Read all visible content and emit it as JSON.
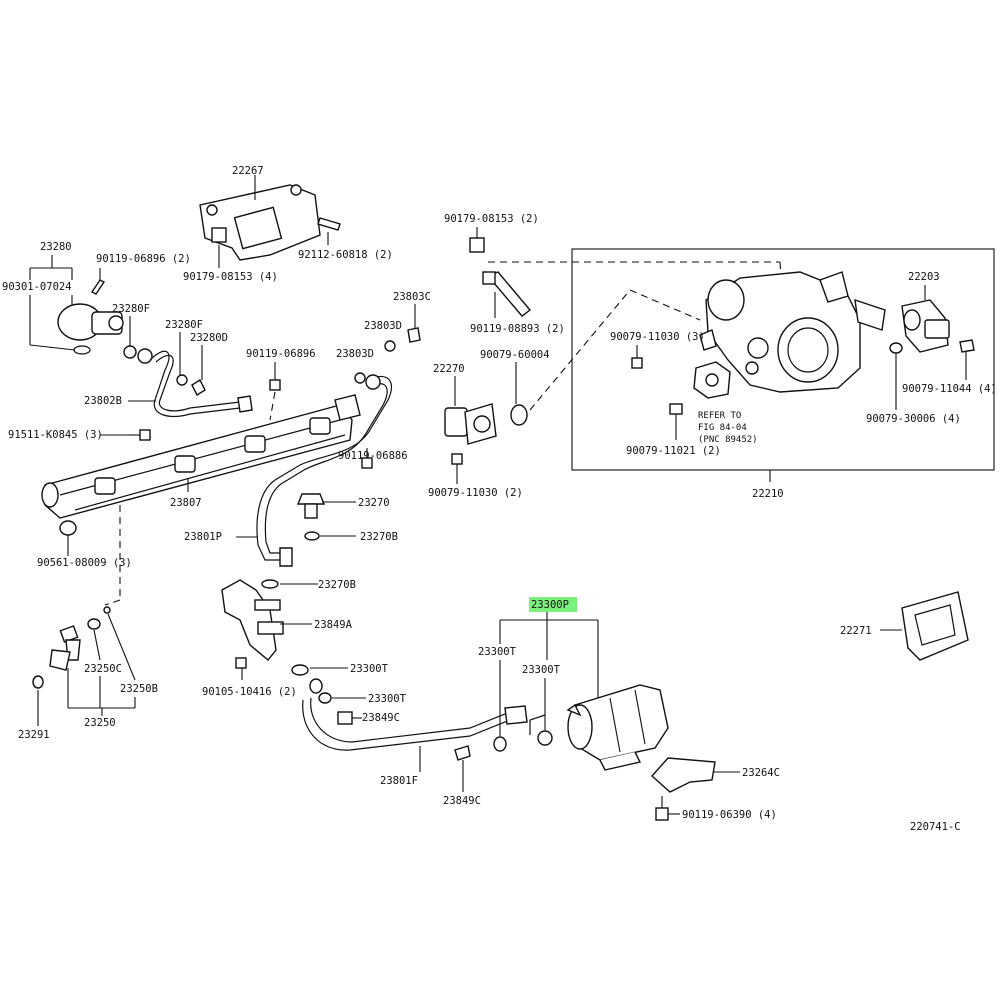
{
  "highlight_color": "#7CF07C",
  "highlighted_part": "23300P",
  "diagram_code": "220741-C",
  "labels": {
    "p22267": "22267",
    "p92112_60818": "92112-60818 (2)",
    "p90179_08153_4": "90179-08153 (4)",
    "p23280": "23280",
    "p90301_07024": "90301-07024",
    "p90119_06896_2": "90119-06896 (2)",
    "p23280F_a": "23280F",
    "p23280F_b": "23280F",
    "p23280D": "23280D",
    "p23802B": "23802B",
    "p91511": "91511-K0845 (3)",
    "p90119_06896_b": "90119-06896",
    "p23803D_a": "23803D",
    "p23803D_b": "23803D",
    "p23803C": "23803C",
    "p90119_06886": "90119-06886",
    "p23807": "23807",
    "p23270": "23270",
    "p23270B_a": "23270B",
    "p23801P": "23801P",
    "p90561": "90561-08009 (3)",
    "p23270B_b": "23270B",
    "p23849A": "23849A",
    "p23250C": "23250C",
    "p23250B": "23250B",
    "p23250": "23250",
    "p23291": "23291",
    "p90105": "90105-10416 (2)",
    "p23300T_a": "23300T",
    "p23300T_b": "23300T",
    "p23300T_c": "23300T",
    "p23300T_d": "23300T",
    "p23849C_a": "23849C",
    "p23849C_b": "23849C",
    "p23801F": "23801F",
    "p23300P": "23300P",
    "p23264C": "23264C",
    "p90119_06390": "90119-06390 (4)",
    "p22271": "22271",
    "p90179_08153_2": "90179-08153 (2)",
    "p90119_08893": "90119-08893 (2)",
    "p90079_60004": "90079-60004",
    "p22270": "22270",
    "p90079_11030_2": "90079-11030 (2)",
    "p90079_11030_3": "90079-11030 (3)",
    "p22203": "22203",
    "p90079_11044": "90079-11044 (4)",
    "p90079_30006": "90079-30006 (4)",
    "p90079_11021": "90079-11021 (2)",
    "refer_line1": "REFER TO",
    "refer_line2": "FIG 84-04",
    "refer_line3": "(PNC 89452)",
    "p22210": "22210"
  }
}
